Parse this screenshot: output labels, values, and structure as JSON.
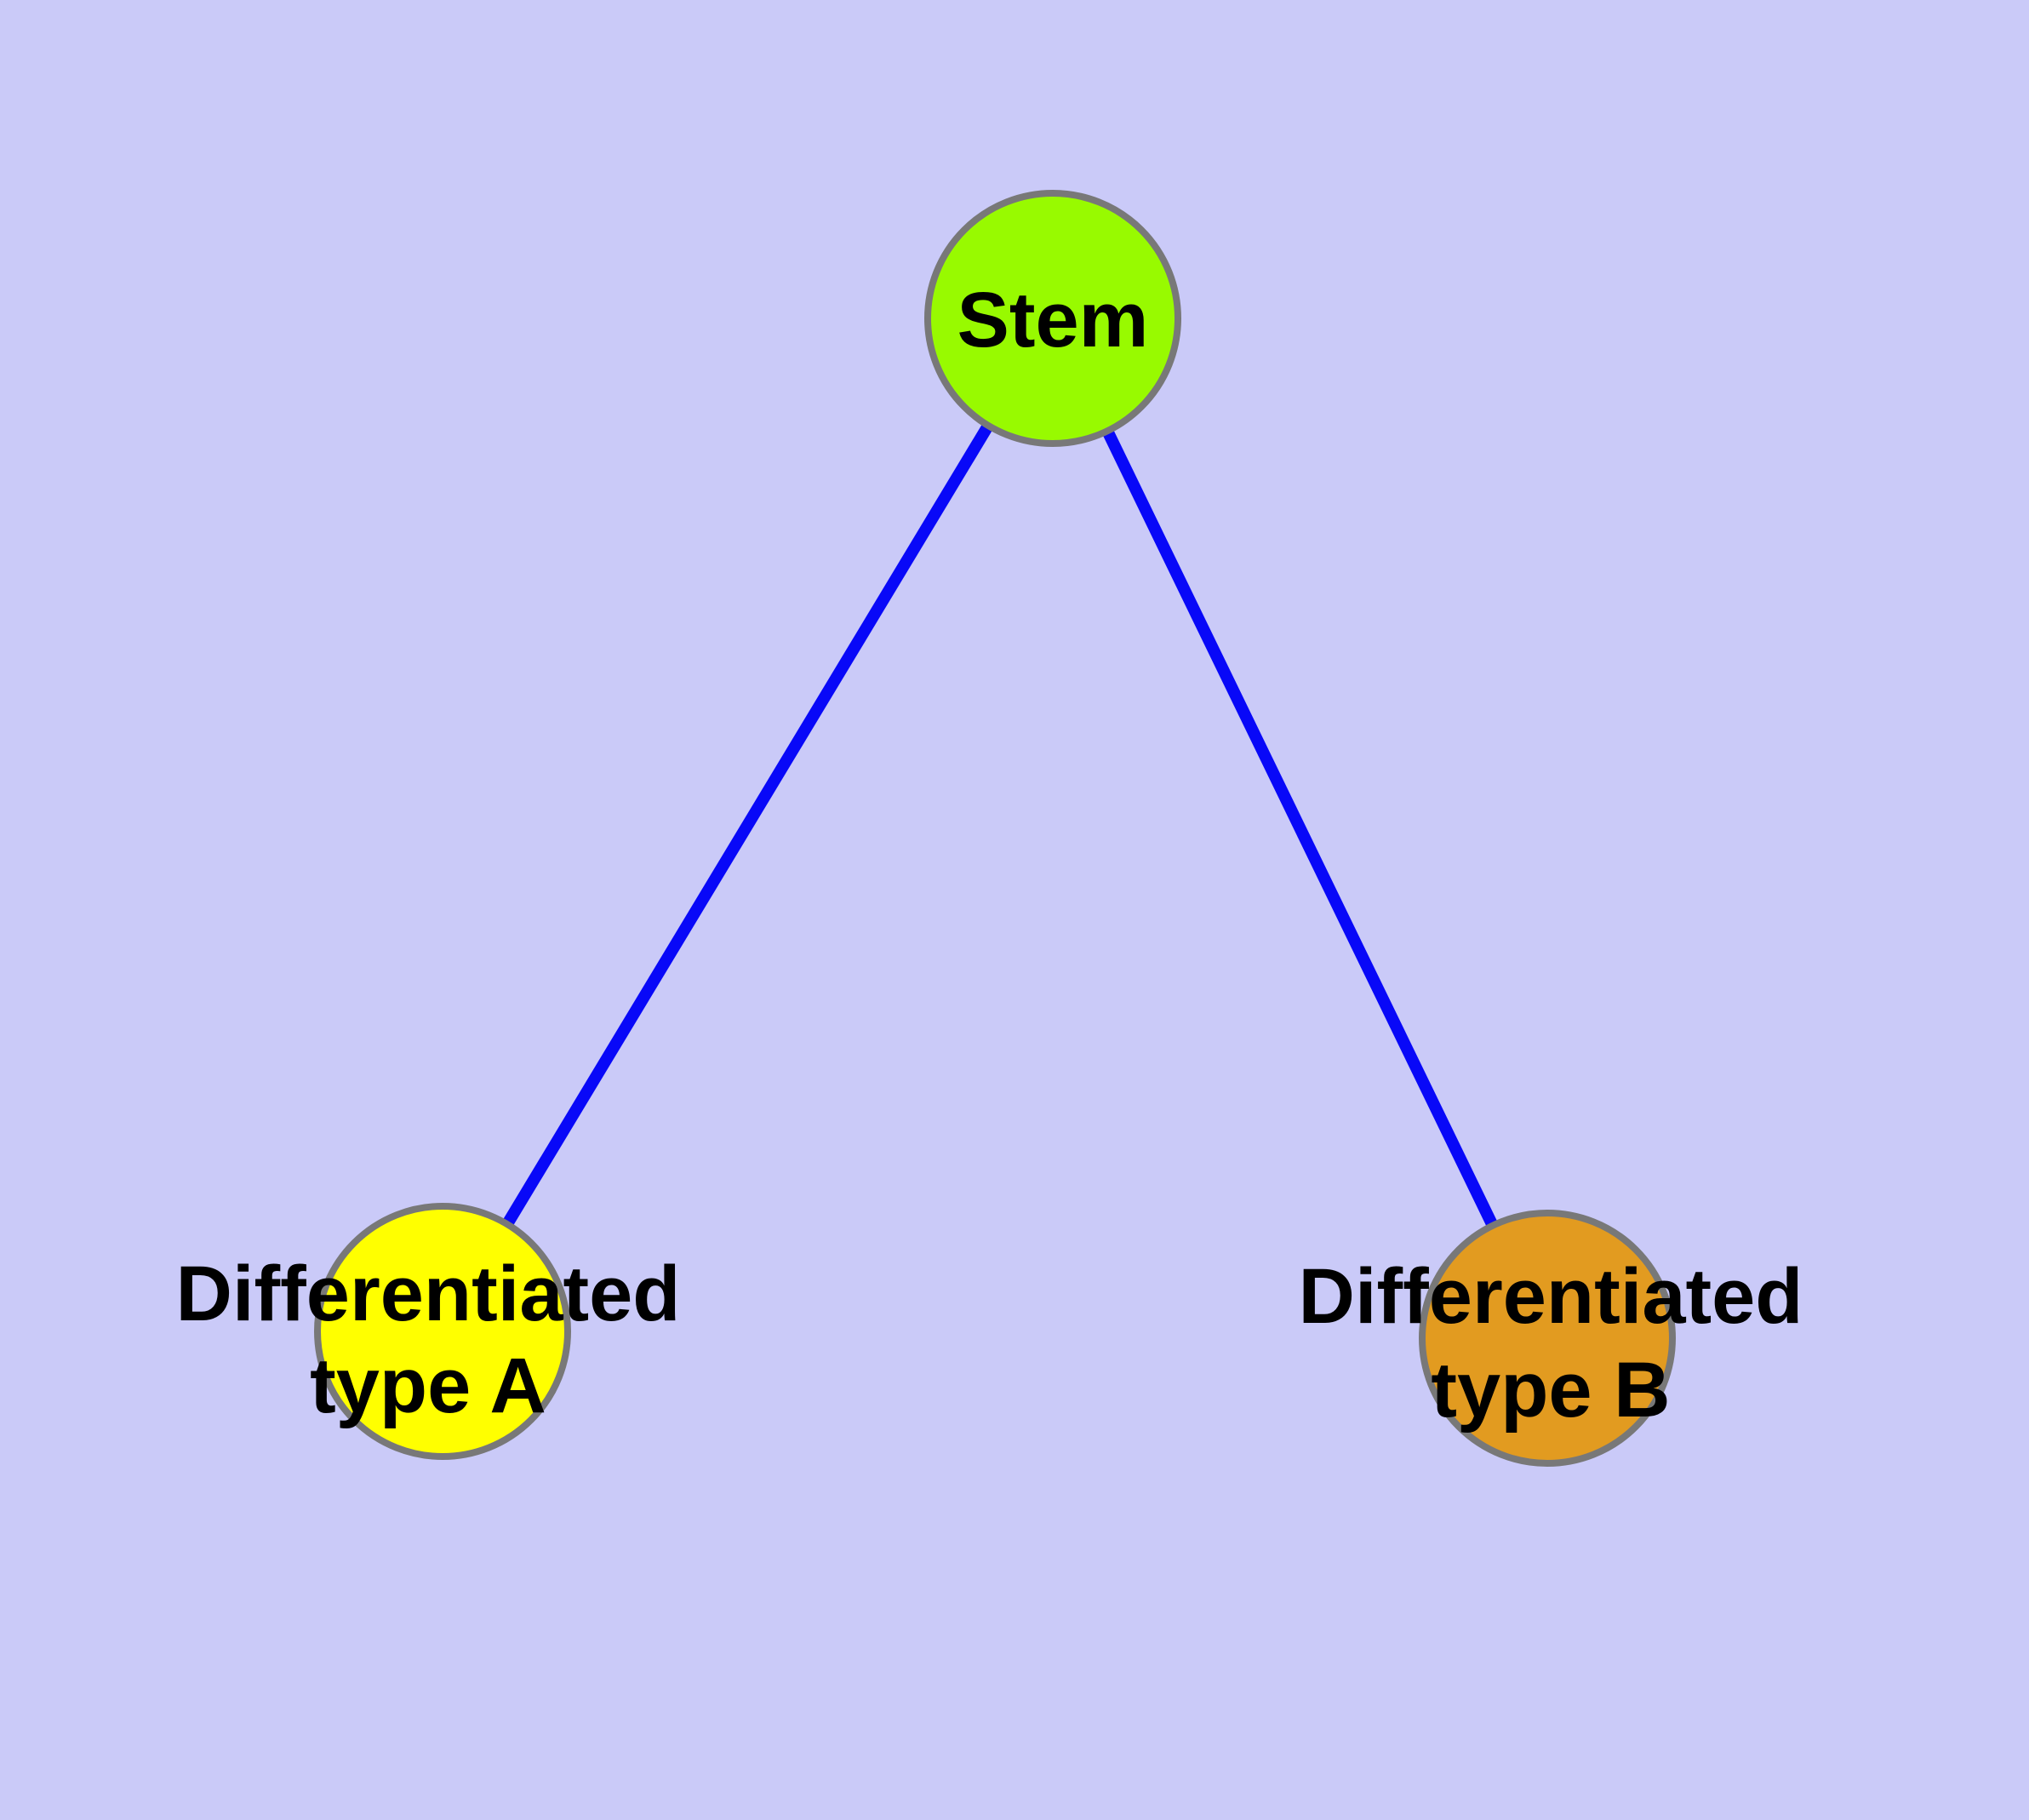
{
  "diagram": {
    "background_color": "#CACAF8",
    "edge_color": "#0808F8",
    "edge_width": "14",
    "node_border_color": "#787878",
    "node_border_width": "8",
    "label_color": "#000000",
    "nodes": [
      {
        "id": "stem",
        "label": "Stem",
        "lines": [
          "Stem"
        ],
        "color": "#98FA00"
      },
      {
        "id": "differentiated-type-a",
        "label": "Differentiated type A",
        "lines": [
          "Differentiated",
          "type A"
        ],
        "color": "#FFFF00"
      },
      {
        "id": "differentiated-type-b",
        "label": "Differentiated type B",
        "lines": [
          "Differentiated",
          "type B"
        ],
        "color": "#E29B20"
      }
    ],
    "edges": [
      {
        "from": "Stem",
        "to": "Differentiated type A"
      },
      {
        "from": "Stem",
        "to": "Differentiated type B"
      }
    ]
  }
}
